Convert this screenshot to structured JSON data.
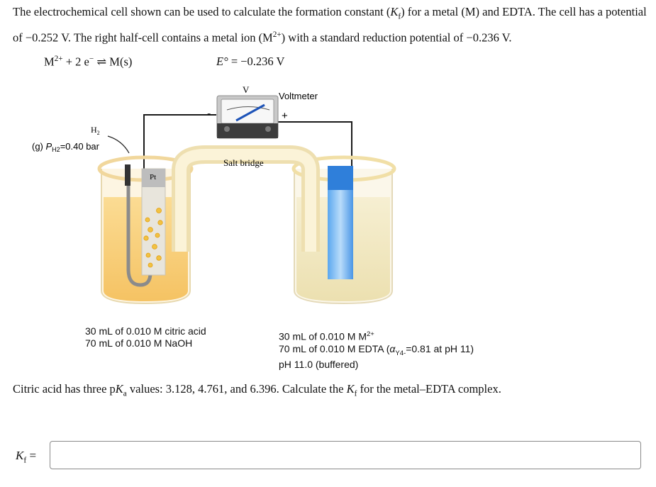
{
  "intro": {
    "p1": "The electrochemical cell shown can be used to calculate the formation constant (",
    "kf_sym": "K",
    "kf_sub": "f",
    "p2": ") for a metal (M) and EDTA. The cell has a potential of −0.252 V. The right half-cell contains a metal ion (M",
    "ion_charge": "2+",
    "p3": ") with a standard reduction potential of −0.236 V."
  },
  "reaction": {
    "m": "M",
    "charge": "2+",
    "plus_e": " + 2 e",
    "e_sup": "−",
    "arrow": " ⇌ ",
    "product": "M(s)"
  },
  "potential": {
    "symbol": "E°",
    "rest": " = −0.236 V"
  },
  "figure": {
    "voltmeter_symbol": "V",
    "voltmeter_label": "Voltmeter",
    "minus": "-",
    "plus": "+",
    "gas_h": "H",
    "gas_sub": "2",
    "gas_g": "(g) ",
    "p_h2": "P",
    "p_h2_sub": "H2",
    "p_value": "=0.40 bar",
    "electrode_label": "Pt",
    "salt_bridge": "Salt bridge",
    "left_line1": "30 mL of 0.010 M citric acid",
    "left_line2": "70 mL of 0.010 M NaOH",
    "right_line1_main": "30 mL of 0.010 M M",
    "right_line1_sup": "2+",
    "right_line2_main": "70 mL of 0.010 M EDTA (",
    "right_alpha": "α",
    "right_alpha_sub": "Y4-",
    "right_line2_end": "=0.81 at pH 11)",
    "right_line3": "pH 11.0 (buffered)"
  },
  "question": {
    "p1": "Citric acid has three p",
    "ka": "K",
    "ka_sub": "a",
    "p2": " values: 3.128, 4.761, and 6.396. Calculate the ",
    "kf": "K",
    "kf_sub": "f",
    "p3": " for the metal–EDTA complex."
  },
  "answer": {
    "label_k": "K",
    "label_sub": "f",
    "label_eq": " =",
    "value": ""
  },
  "colors": {
    "left_solution": "#f7c76a",
    "right_solution": "#f1e6bd",
    "electrode_blue": "#3a8ee0",
    "wire": "#1a1a1a"
  }
}
